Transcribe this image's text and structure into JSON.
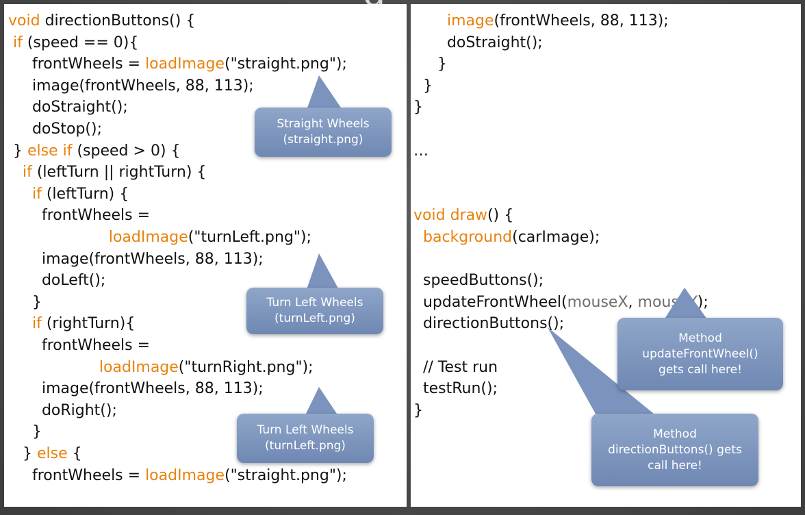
{
  "slide_title_fragment": "g",
  "left_panel": {
    "lines": [
      [
        {
          "t": "void ",
          "k": "kw"
        },
        {
          "t": "directionButtons() {"
        }
      ],
      [
        {
          "t": " "
        },
        {
          "t": "if",
          "k": "kw"
        },
        {
          "t": " (speed == 0){"
        }
      ],
      [
        {
          "t": "     frontWheels = "
        },
        {
          "t": "loadImage",
          "k": "kw"
        },
        {
          "t": "(\"straight.png\");"
        }
      ],
      [
        {
          "t": "     image(frontWheels, 88, 113);"
        }
      ],
      [
        {
          "t": "     doStraight();"
        }
      ],
      [
        {
          "t": "     doStop();"
        }
      ],
      [
        {
          "t": " } "
        },
        {
          "t": "else if",
          "k": "kw"
        },
        {
          "t": " (speed > 0) {"
        }
      ],
      [
        {
          "t": "   "
        },
        {
          "t": "if",
          "k": "kw"
        },
        {
          "t": " (leftTurn || rightTurn) {"
        }
      ],
      [
        {
          "t": "     "
        },
        {
          "t": "if",
          "k": "kw"
        },
        {
          "t": " (leftTurn) {"
        }
      ],
      [
        {
          "t": "       frontWheels ="
        }
      ],
      [
        {
          "t": "                     "
        },
        {
          "t": "loadImage",
          "k": "kw"
        },
        {
          "t": "(\"turnLeft.png\");"
        }
      ],
      [
        {
          "t": "       image(frontWheels, 88, 113);"
        }
      ],
      [
        {
          "t": "       doLeft();"
        }
      ],
      [
        {
          "t": "     }"
        }
      ],
      [
        {
          "t": "     "
        },
        {
          "t": "if",
          "k": "kw"
        },
        {
          "t": " (rightTurn){"
        }
      ],
      [
        {
          "t": "       frontWheels ="
        }
      ],
      [
        {
          "t": "                   "
        },
        {
          "t": "loadImage",
          "k": "kw"
        },
        {
          "t": "(\"turnRight.png\");"
        }
      ],
      [
        {
          "t": "       image(frontWheels, 88, 113);"
        }
      ],
      [
        {
          "t": "       doRight();"
        }
      ],
      [
        {
          "t": "     }"
        }
      ],
      [
        {
          "t": "   } "
        },
        {
          "t": "else",
          "k": "kw"
        },
        {
          "t": " {"
        }
      ],
      [
        {
          "t": "     frontWheels = "
        },
        {
          "t": "loadImage",
          "k": "kw"
        },
        {
          "t": "(\"straight.png\");"
        }
      ]
    ]
  },
  "right_panel": {
    "lines": [
      [
        {
          "t": "       "
        },
        {
          "t": "image",
          "k": "kw"
        },
        {
          "t": "(frontWheels, 88, 113);"
        }
      ],
      [
        {
          "t": "       doStraight();"
        }
      ],
      [
        {
          "t": "     }"
        }
      ],
      [
        {
          "t": "  }"
        }
      ],
      [
        {
          "t": "}"
        }
      ],
      [
        {
          "t": ""
        }
      ],
      [
        {
          "t": "…"
        }
      ],
      [
        {
          "t": ""
        }
      ],
      [
        {
          "t": ""
        }
      ],
      [
        {
          "t": "void ",
          "k": "kw"
        },
        {
          "t": "draw",
          "k": "kw"
        },
        {
          "t": "() {"
        }
      ],
      [
        {
          "t": "  "
        },
        {
          "t": "background",
          "k": "kw"
        },
        {
          "t": "(carImage);"
        }
      ],
      [
        {
          "t": ""
        }
      ],
      [
        {
          "t": "  speedButtons();"
        }
      ],
      [
        {
          "t": "  updateFrontWheel("
        },
        {
          "t": "mouseX",
          "k": "gray"
        },
        {
          "t": ", "
        },
        {
          "t": "mouseY",
          "k": "gray"
        },
        {
          "t": ");"
        }
      ],
      [
        {
          "t": "  directionButtons();"
        }
      ],
      [
        {
          "t": ""
        }
      ],
      [
        {
          "t": "  // Test run"
        }
      ],
      [
        {
          "t": "  testRun();"
        }
      ],
      [
        {
          "t": "}"
        }
      ]
    ]
  },
  "callouts": [
    {
      "name": "callout-straight-wheels",
      "lines": [
        "Straight Wheels",
        "(straight.png)"
      ]
    },
    {
      "name": "callout-turn-left-wheels-1",
      "lines": [
        "Turn Left Wheels",
        "(turnLeft.png)"
      ]
    },
    {
      "name": "callout-turn-left-wheels-2",
      "lines": [
        "Turn Left Wheels",
        "(turnLeft.png)"
      ]
    },
    {
      "name": "callout-update-front-wheel",
      "lines": [
        "Method",
        "updateFrontWheel()",
        "gets call here!"
      ]
    },
    {
      "name": "callout-direction-buttons",
      "lines": [
        "Method",
        "directionButtons() gets",
        "call here!"
      ]
    }
  ],
  "colors": {
    "keyword": "#e8820c",
    "variable_gray": "#6e6e6e",
    "callout": "#7b93bd"
  }
}
